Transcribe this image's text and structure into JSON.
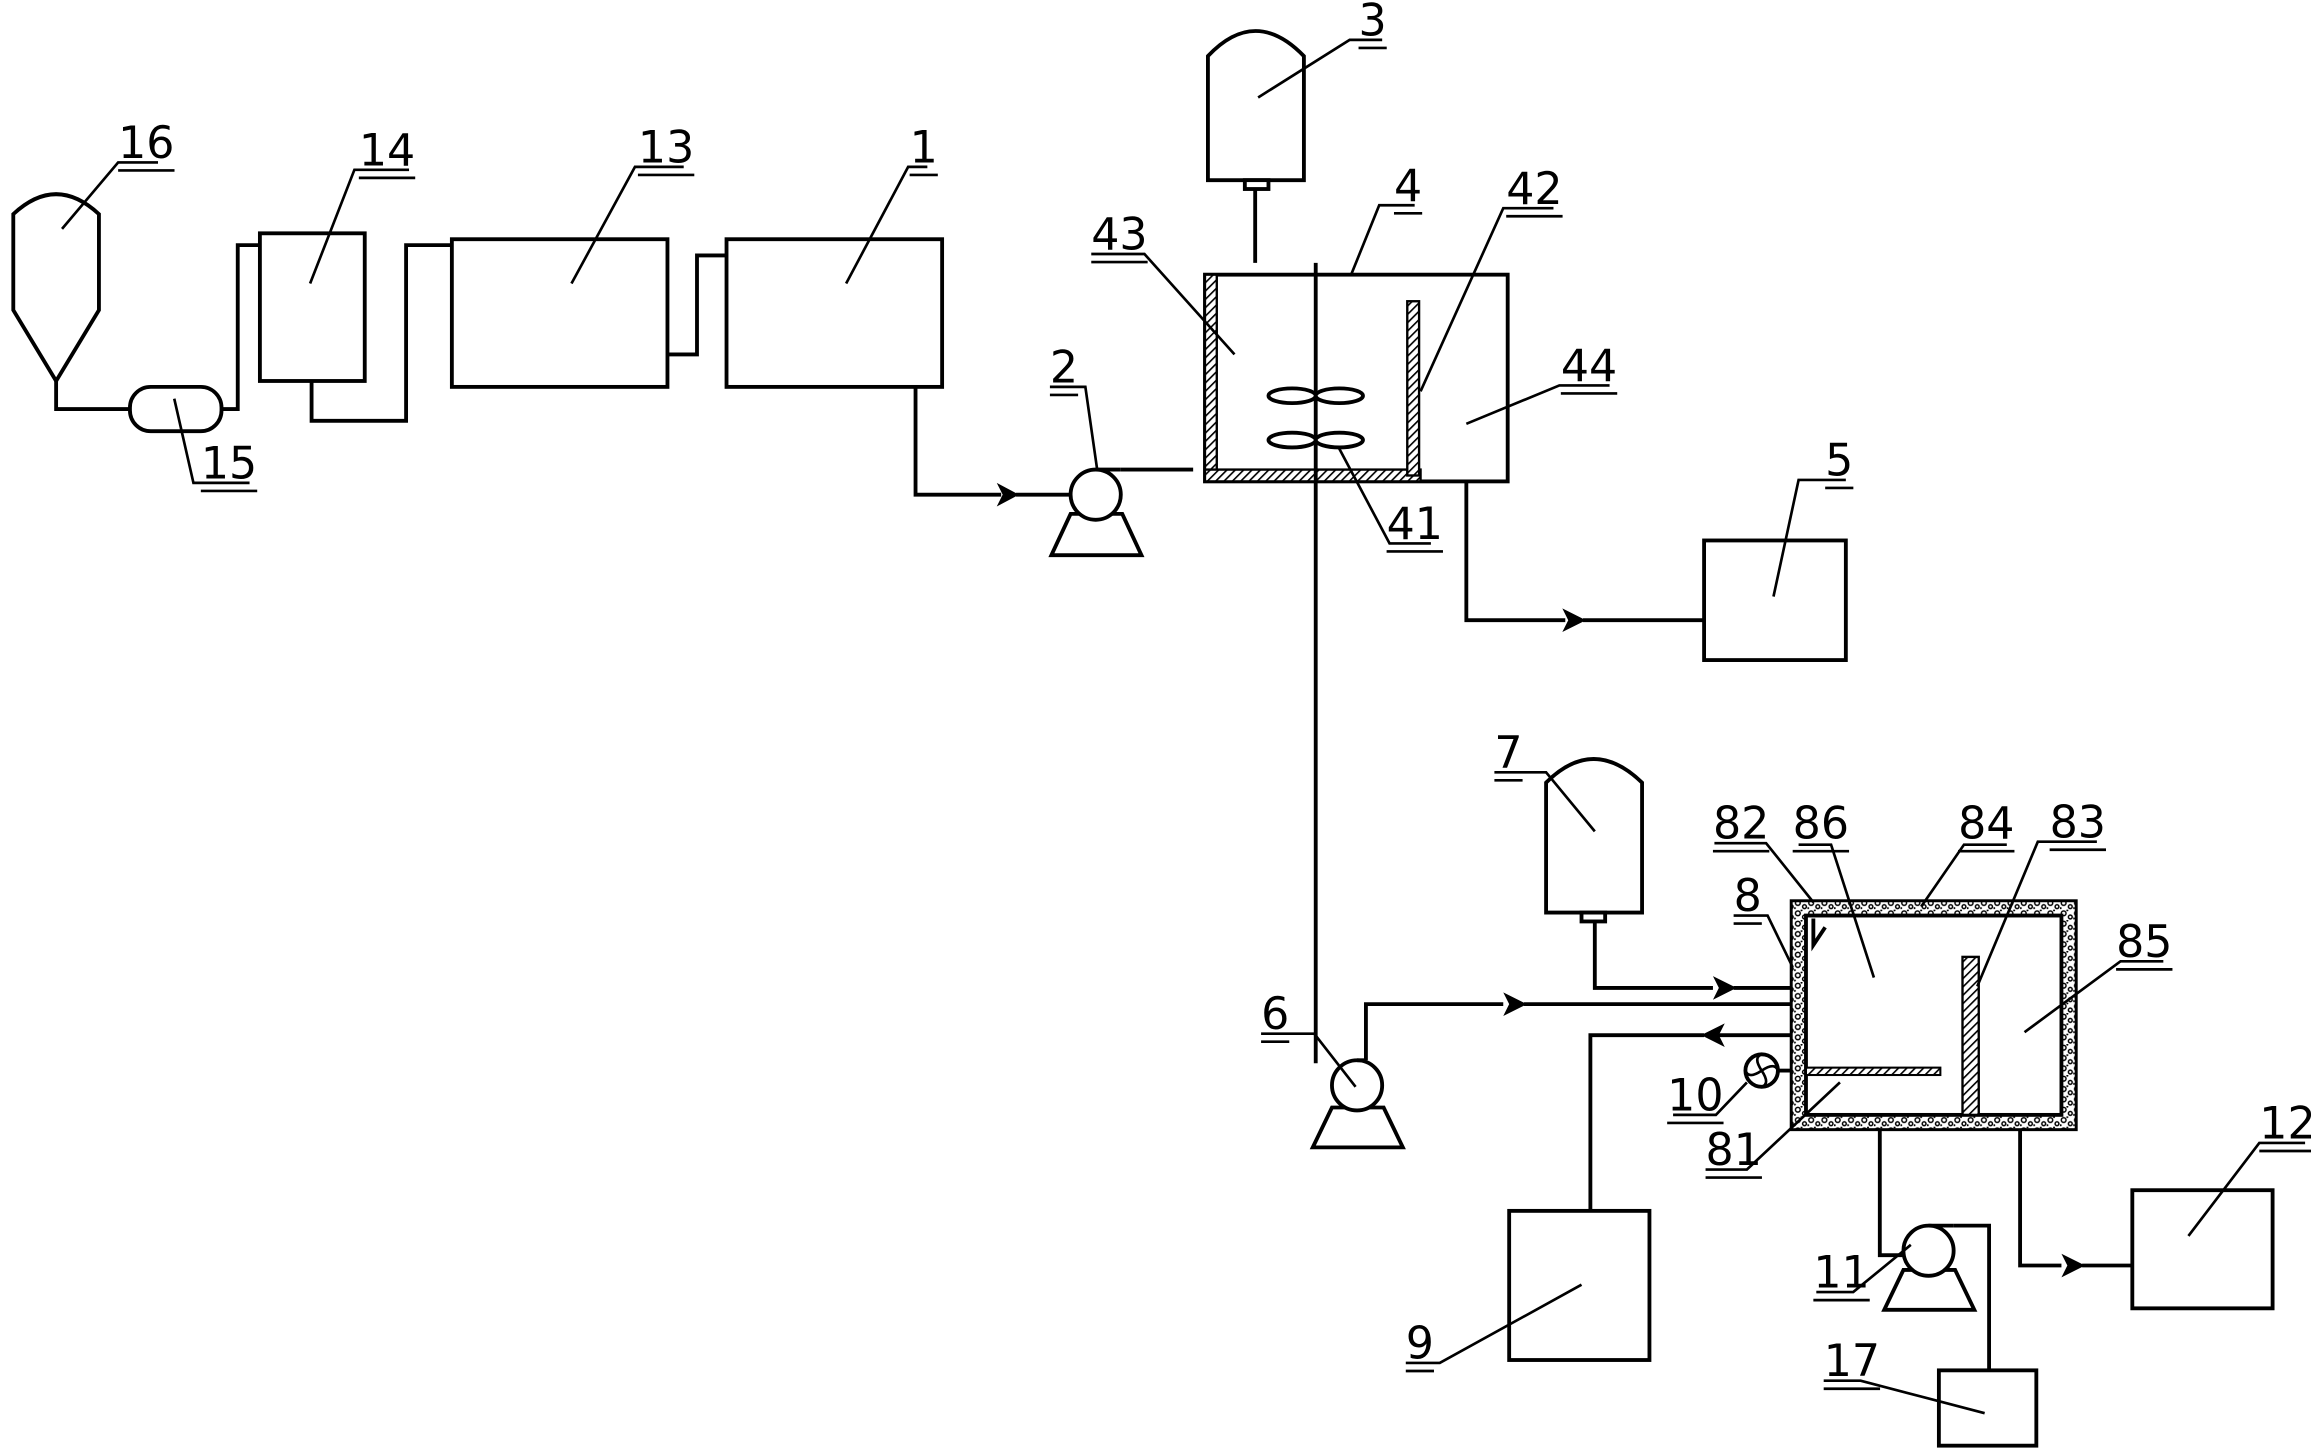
{
  "labels": {
    "l1": "1",
    "l2": "2",
    "l3": "3",
    "l4": "4",
    "l5": "5",
    "l6": "6",
    "l7": "7",
    "l8": "8",
    "l9": "9",
    "l10": "10",
    "l11": "11",
    "l12": "12",
    "l13": "13",
    "l14": "14",
    "l15": "15",
    "l16": "16",
    "l17": "17",
    "l41": "41",
    "l42": "42",
    "l43": "43",
    "l44": "44",
    "l81": "81",
    "l82": "82",
    "l83": "83",
    "l84": "84",
    "l85": "85",
    "l86": "86"
  }
}
